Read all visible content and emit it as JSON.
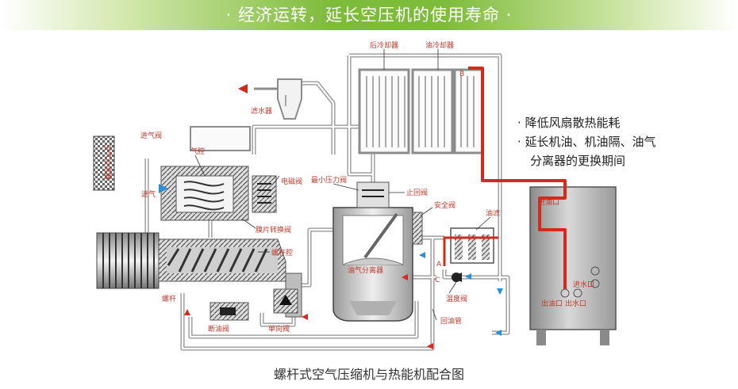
{
  "header": {
    "title": "· 经济运转，延长空压机的使用寿命 ·"
  },
  "labels": {
    "aftercooler": "后冷却器",
    "oil_cooler": "油冷却器",
    "point_b": "B",
    "water_filter": "滤水器",
    "intake_valve": "进气阀",
    "air_chamber": "气腔",
    "air_filter": "空气过滤器",
    "air_in": "进气",
    "solenoid_valve": "电磁阀",
    "min_pressure_valve": "最小压力阀",
    "check_valve_top": "止回阀",
    "safety_valve": "安全阀",
    "oil_filter": "油滤",
    "diaphragm_valve": "膜片转换阀",
    "screw_chamber": "螺杆腔",
    "screw": "螺杆",
    "oil_gas_separator": "油气分离器",
    "point_a": "A",
    "point_c": "C",
    "temp_valve": "温度阀",
    "oil_cut_valve": "断油阀",
    "one_way_valve": "单向阀",
    "return_pipe": "回油管",
    "tank_inlet": "进油口",
    "tank_outlet": "出油口",
    "tank_water_out": "出水口",
    "tank_water_in": "进水口"
  },
  "bullets": [
    "· 降低风扇散热能耗",
    "· 延长机油、机油隔、油气",
    "分离器的更换期间"
  ],
  "caption": "螺杆式空气压缩机与热能机配合图",
  "colors": {
    "banner": "#7dbb3a",
    "hot_pipe": "#d42a1e",
    "label": "#c0392b",
    "flow_arrow": "#2a8fd6"
  }
}
